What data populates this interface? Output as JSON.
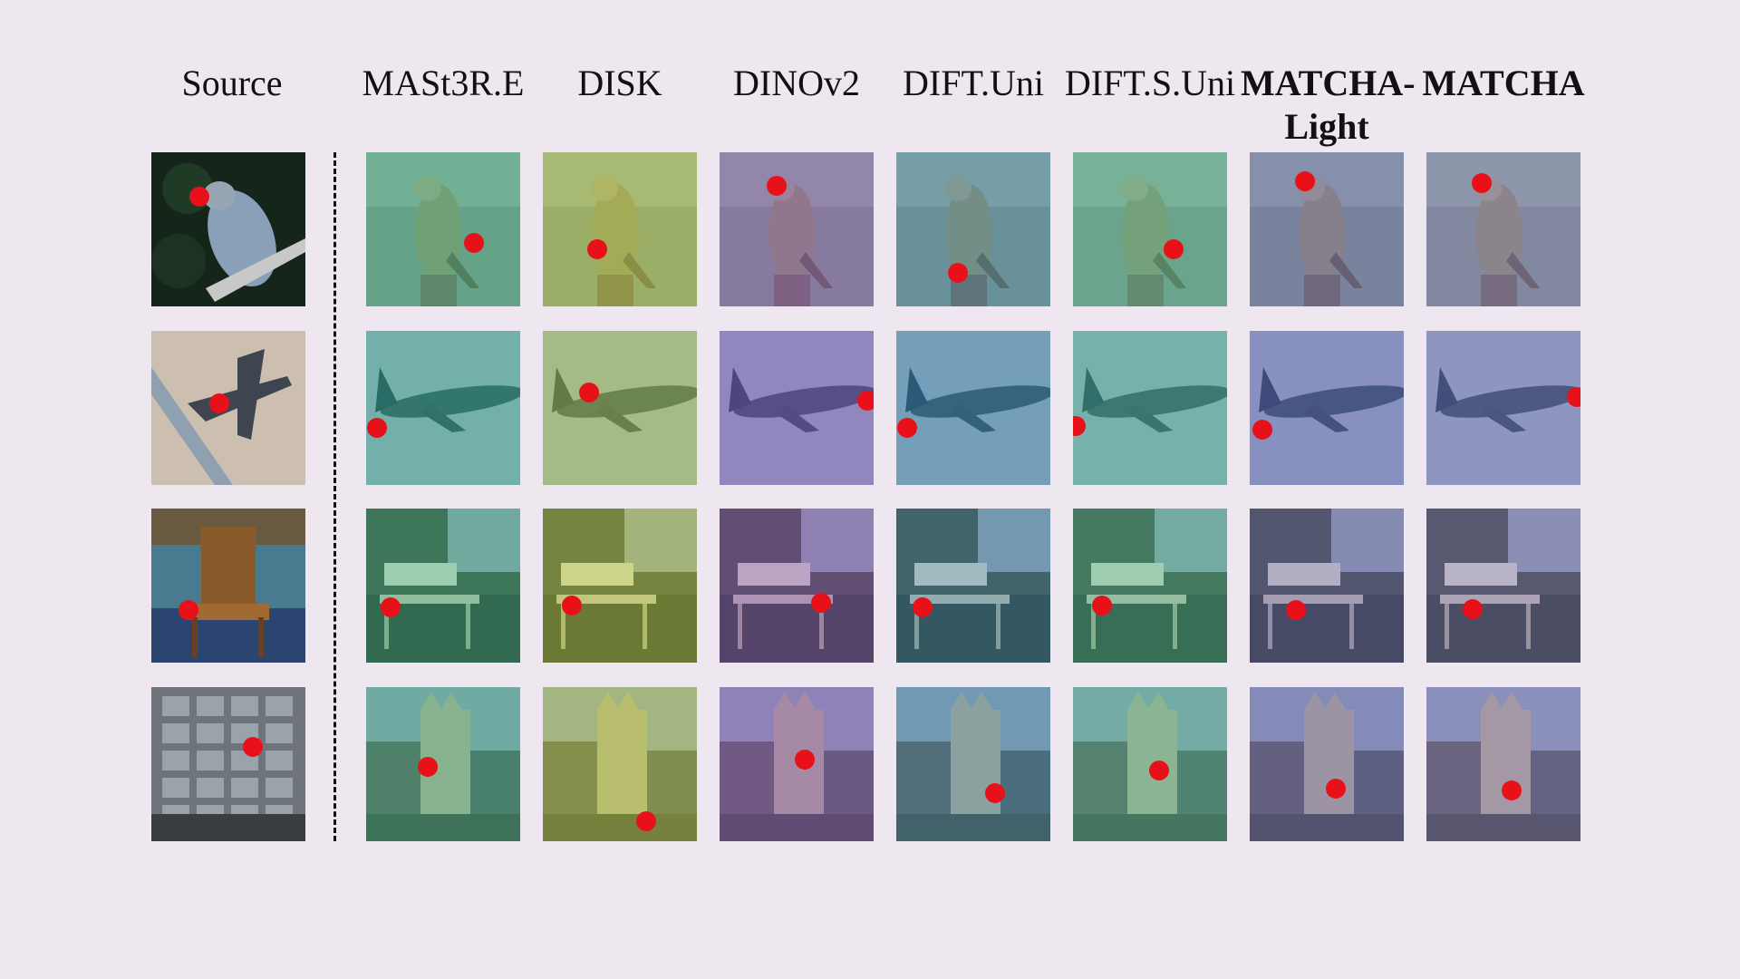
{
  "headers": {
    "source": "Source",
    "methods": [
      "MASt3R.E",
      "DISK",
      "DINOv2",
      "DIFT.Uni",
      "DIFT.S.Uni",
      "MATCHA-\nLight",
      "MATCHA"
    ],
    "bold_methods": [
      5,
      6
    ]
  },
  "rows": [
    {
      "subject": "bird",
      "source_point": [
        0.31,
        0.29
      ],
      "points": [
        [
          0.7,
          0.59
        ],
        [
          0.35,
          0.63
        ],
        [
          0.37,
          0.22
        ],
        [
          0.4,
          0.78
        ],
        [
          0.65,
          0.63
        ],
        [
          0.36,
          0.19
        ],
        [
          0.36,
          0.2
        ]
      ]
    },
    {
      "subject": "airplane",
      "source_point": [
        0.44,
        0.47
      ],
      "points": [
        [
          0.07,
          0.63
        ],
        [
          0.3,
          0.4
        ],
        [
          0.96,
          0.45
        ],
        [
          0.07,
          0.63
        ],
        [
          0.02,
          0.62
        ],
        [
          0.08,
          0.64
        ],
        [
          1.0,
          0.43
        ]
      ]
    },
    {
      "subject": "chair",
      "source_point": [
        0.24,
        0.66
      ],
      "points": [
        [
          0.16,
          0.64
        ],
        [
          0.19,
          0.63
        ],
        [
          0.66,
          0.61
        ],
        [
          0.17,
          0.64
        ],
        [
          0.19,
          0.63
        ],
        [
          0.3,
          0.66
        ],
        [
          0.3,
          0.65
        ]
      ]
    },
    {
      "subject": "building",
      "source_point": [
        0.66,
        0.39
      ],
      "points": [
        [
          0.4,
          0.52
        ],
        [
          0.67,
          0.87
        ],
        [
          0.55,
          0.47
        ],
        [
          0.64,
          0.69
        ],
        [
          0.56,
          0.54
        ],
        [
          0.56,
          0.66
        ],
        [
          0.55,
          0.67
        ]
      ]
    }
  ],
  "colors": {
    "point": "#e8111a",
    "background": "#efe7f0"
  }
}
